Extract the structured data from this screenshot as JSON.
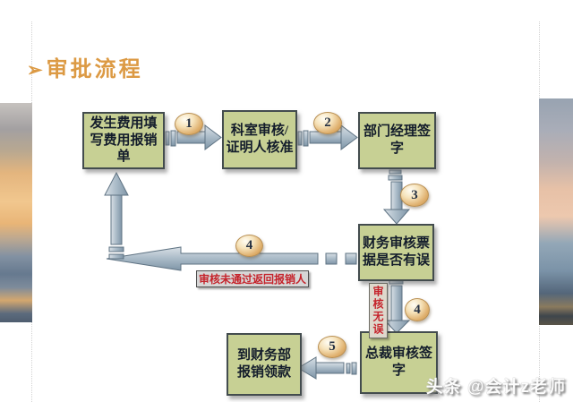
{
  "slide": {
    "title": "审批流程",
    "title_bullet_glyph": "➢",
    "watermark": "头条 @会计z老师"
  },
  "flowchart": {
    "boxes": [
      {
        "label": "发生费用填\n写费用报销\n单"
      },
      {
        "label": "科室审核/\n证明人核准"
      },
      {
        "label": "部门经理签\n字"
      },
      {
        "label": "财务审核票\n据是否有误"
      },
      {
        "label": "总裁审核签\n字"
      },
      {
        "label": "到财务部\n报销领款"
      }
    ],
    "step_badges": [
      "1",
      "2",
      "3",
      "4",
      "4",
      "5"
    ],
    "annotations": {
      "reject": "审核未通过返回报销人",
      "approve": "审核无误"
    }
  },
  "colors": {
    "title_orange": "#dc9a44",
    "box_fill": "#c7d094",
    "box_border": "#434c4e",
    "arrow_fill": "#a9bac7",
    "annotation_red": "#c5232b",
    "badge_tan": "#dfaf6c"
  }
}
